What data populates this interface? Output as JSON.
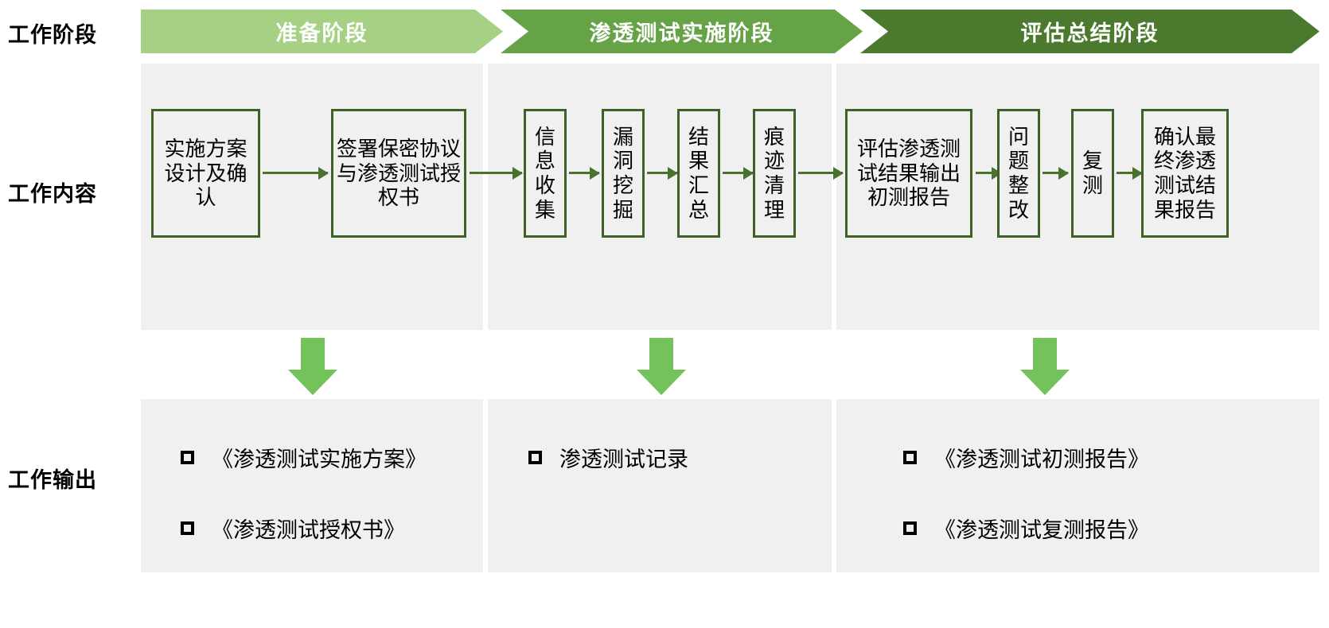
{
  "row_labels": {
    "stage": "工作阶段",
    "content": "工作内容",
    "output": "工作输出"
  },
  "stages": [
    {
      "label": "准备阶段",
      "color": "#A6D185"
    },
    {
      "label": "渗透测试实施阶段",
      "color": "#66A346"
    },
    {
      "label": "评估总结阶段",
      "color": "#4B7A2E"
    }
  ],
  "content_steps": {
    "stage1": [
      {
        "text": "实施方案设计及确认"
      },
      {
        "text": "签署保密协议与渗透测试授权书"
      }
    ],
    "stage2": [
      {
        "text": "信息收集"
      },
      {
        "text": "漏洞挖掘"
      },
      {
        "text": "结果汇总"
      },
      {
        "text": "痕迹清理"
      }
    ],
    "stage3": [
      {
        "text": "评估渗透测试结果输出初测报告"
      },
      {
        "text": "问题整改"
      },
      {
        "text": "复测"
      },
      {
        "text": "确认最终渗透测试结果报告"
      }
    ]
  },
  "outputs": {
    "stage1": [
      "《渗透测试实施方案》",
      "《渗透测试授权书》"
    ],
    "stage2": [
      "渗透测试记录"
    ],
    "stage3": [
      "《渗透测试初测报告》",
      "《渗透测试复测报告》"
    ]
  },
  "colors": {
    "box_border": "#3E6127",
    "panel_bg": "#F0F0F0",
    "arrow_green": "#74C35A",
    "connector_green": "#4A7130",
    "page_bg": "#FFFFFF"
  }
}
